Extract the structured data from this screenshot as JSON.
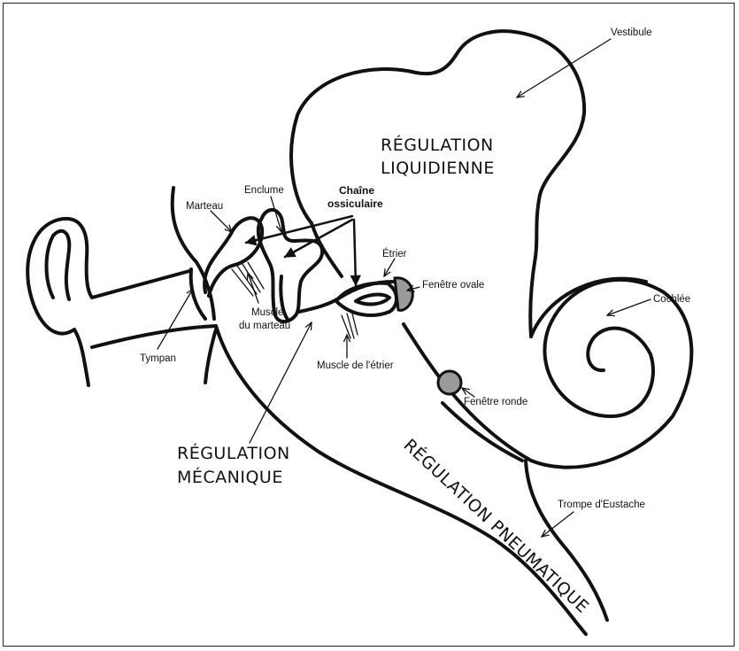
{
  "labels": {
    "vestibule": "Vestibule",
    "cochlee": "Cochlée",
    "trompe": "Trompe d'Eustache",
    "fenetre_ovale": "Fenêtre ovale",
    "fenetre_ronde": "Fenêtre ronde",
    "etrier": "Étrier",
    "enclume": "Enclume",
    "marteau": "Marteau",
    "chaine_line1": "Chaîne",
    "chaine_line2": "ossiculaire",
    "muscle_marteau_line1": "Muscle",
    "muscle_marteau_line2": "du marteau",
    "muscle_etrier": "Muscle de  l'étrier",
    "tympan": "Tympan"
  },
  "regions": {
    "liquidienne_line1": "RÉGULATION",
    "liquidienne_line2": "LIQUIDIENNE",
    "mecanique_line1": "RÉGULATION",
    "mecanique_line2": "MÉCANIQUE",
    "pneumatique": "RÉGULATION PNEUMATIQUE"
  },
  "colors": {
    "ink": "#111111",
    "window_fill": "#9a9a9a"
  }
}
